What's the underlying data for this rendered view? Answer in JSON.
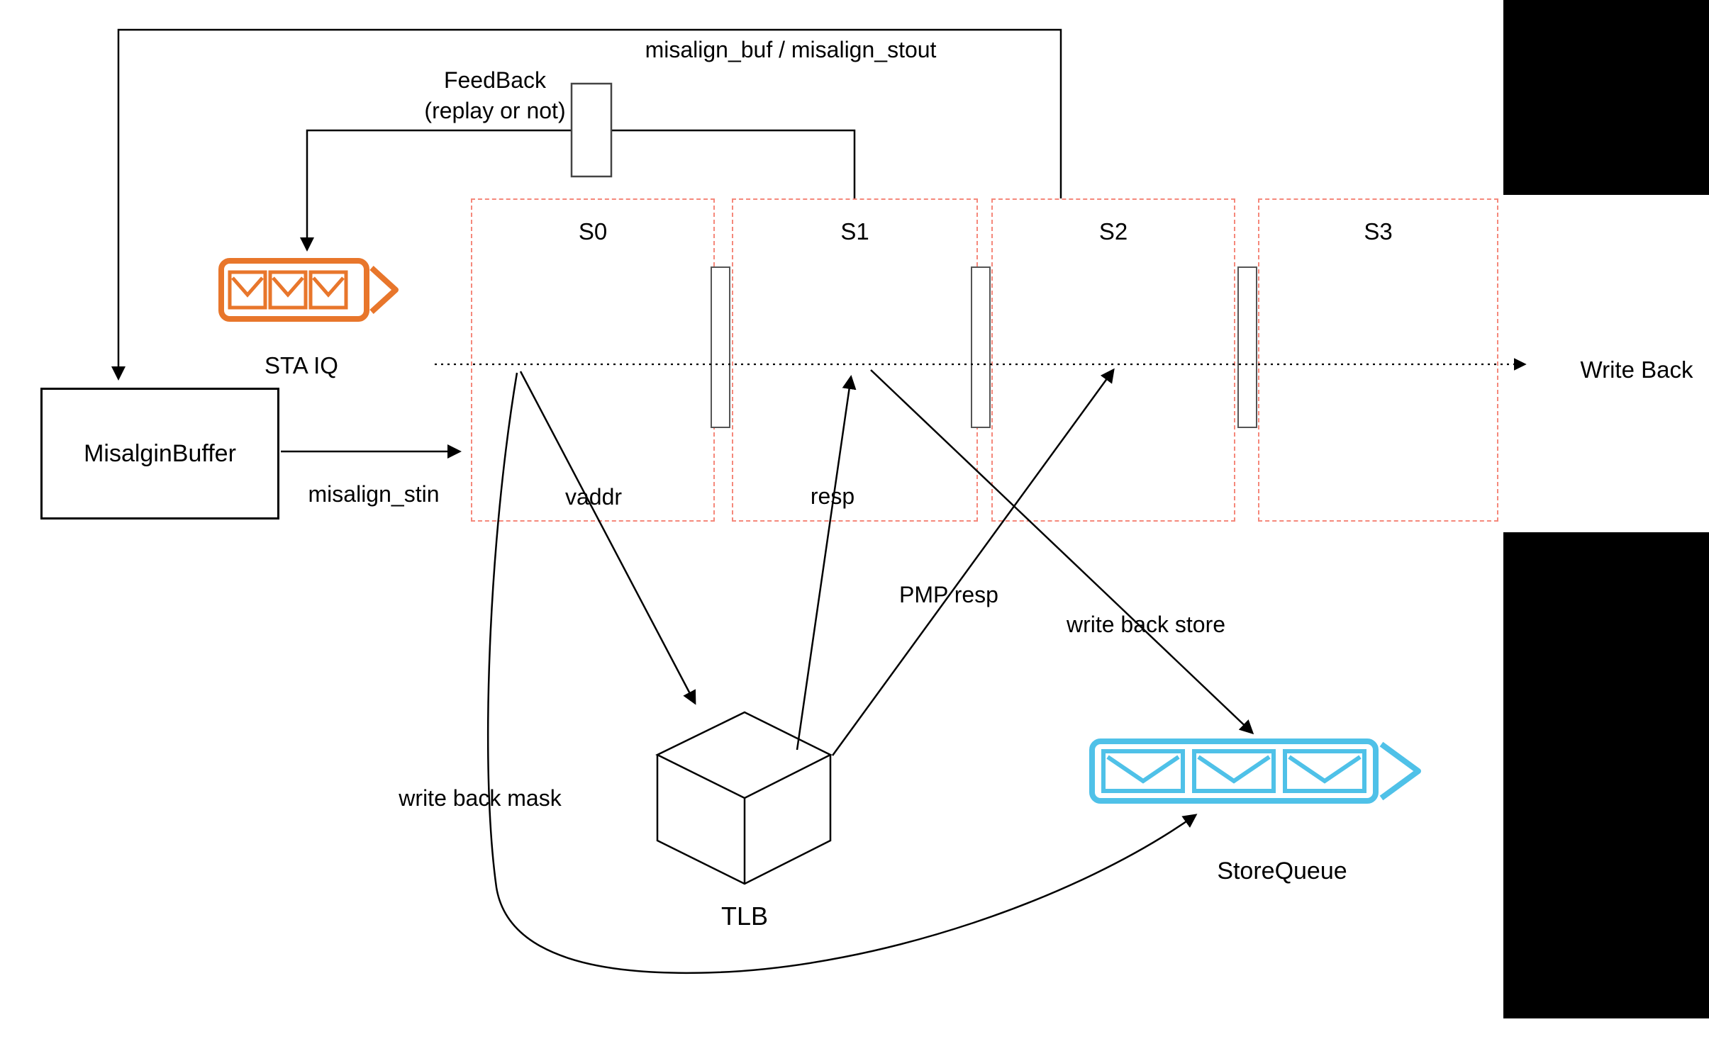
{
  "labels": {
    "misalign_buf_stout": "misalign_buf / misalign_stout",
    "feedback_line1": "FeedBack",
    "feedback_line2": "(replay or not)",
    "sta_iq": "STA IQ",
    "misalgin_buffer": "MisalginBuffer",
    "misalign_stin": "misalign_stin",
    "vaddr": "vaddr",
    "resp": "resp",
    "pmp_resp": "PMP resp",
    "write_back_store": "write back store",
    "write_back_mask": "write back mask",
    "write_back": "Write Back",
    "tlb": "TLB",
    "store_queue": "StoreQueue"
  },
  "stages": [
    {
      "label": "S0"
    },
    {
      "label": "S1"
    },
    {
      "label": "S2"
    },
    {
      "label": "S3"
    }
  ],
  "colors": {
    "background": "#ffffff",
    "mask_bars": "#000000",
    "stage_border": "#f5887b",
    "sta_iq_accent": "#e8762b",
    "store_queue_accent": "#4fc1e8",
    "line": "#000000"
  }
}
